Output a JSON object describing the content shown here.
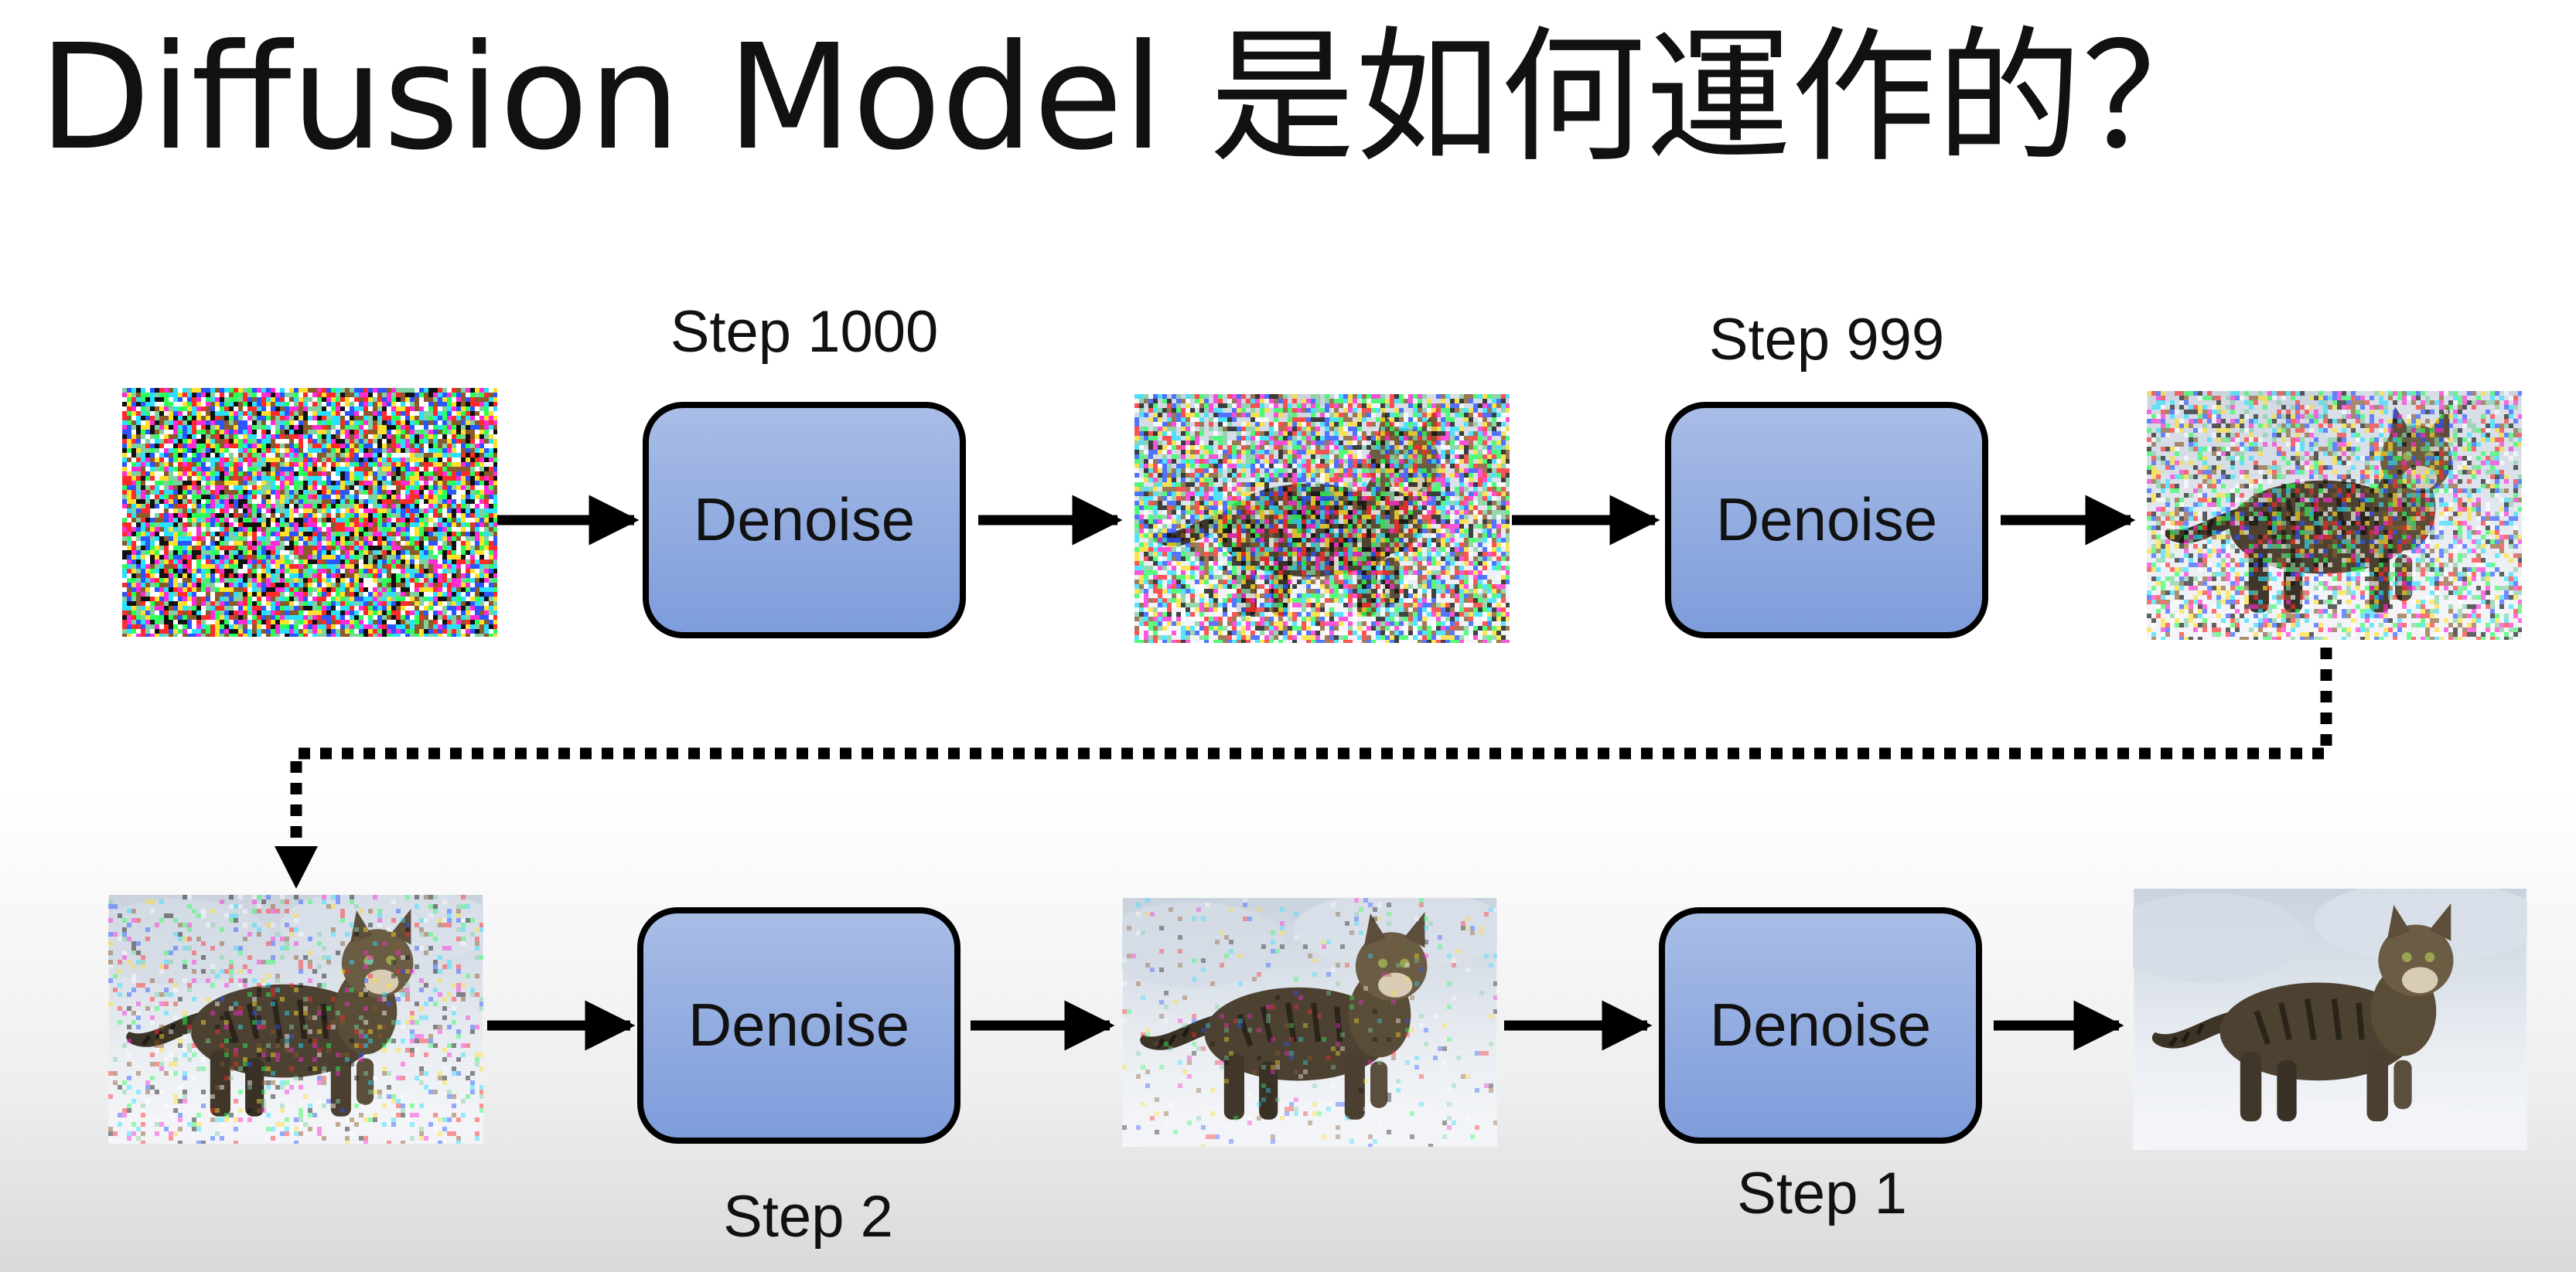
{
  "title": "Diffusion Model 是如何運作的？",
  "colors": {
    "box_fill_top": "#a9bde6",
    "box_fill_bottom": "#7d9cdb",
    "box_stroke": "#000000",
    "arrow": "#000000",
    "snow": "#e6eaf0",
    "cat": "#4b4030"
  },
  "row1": {
    "step_a": "Step 1000",
    "step_b": "Step 999",
    "denoise_a": "Denoise",
    "denoise_b": "Denoise",
    "noise_levels": [
      1.0,
      0.8,
      0.55
    ]
  },
  "row2": {
    "step_a": "Step 2",
    "step_b": "Step 1",
    "denoise_a": "Denoise",
    "denoise_b": "Denoise",
    "noise_levels": [
      0.22,
      0.08,
      0.0
    ]
  }
}
